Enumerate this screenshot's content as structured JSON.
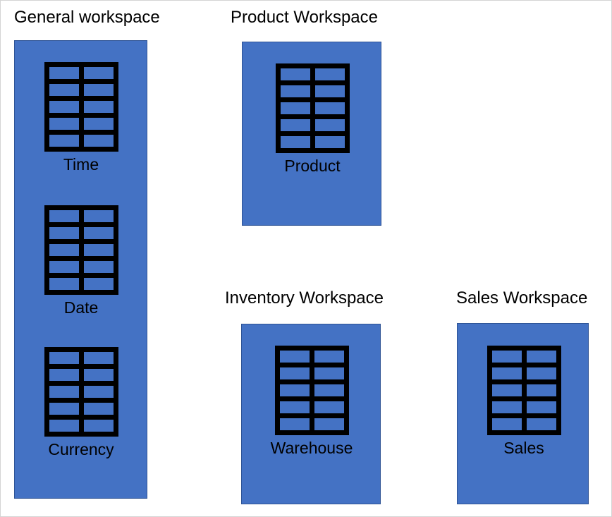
{
  "diagram": {
    "background_color": "#ffffff",
    "panel_fill_color": "#4472C4",
    "panel_border_color": "#2E5395",
    "icon_color": "#000000",
    "frame_border_color": "#d4d4d4",
    "workspaces": [
      {
        "id": "general",
        "title": "General workspace",
        "entities": [
          {
            "label": "Time",
            "icon": "table-icon"
          },
          {
            "label": "Date",
            "icon": "table-icon"
          },
          {
            "label": "Currency",
            "icon": "table-icon"
          }
        ]
      },
      {
        "id": "product",
        "title": "Product Workspace",
        "entities": [
          {
            "label": "Product",
            "icon": "table-icon"
          }
        ]
      },
      {
        "id": "inventory",
        "title": "Inventory Workspace",
        "entities": [
          {
            "label": "Warehouse",
            "icon": "table-icon"
          }
        ]
      },
      {
        "id": "sales",
        "title": "Sales Workspace",
        "entities": [
          {
            "label": "Sales",
            "icon": "table-icon"
          }
        ]
      }
    ]
  }
}
